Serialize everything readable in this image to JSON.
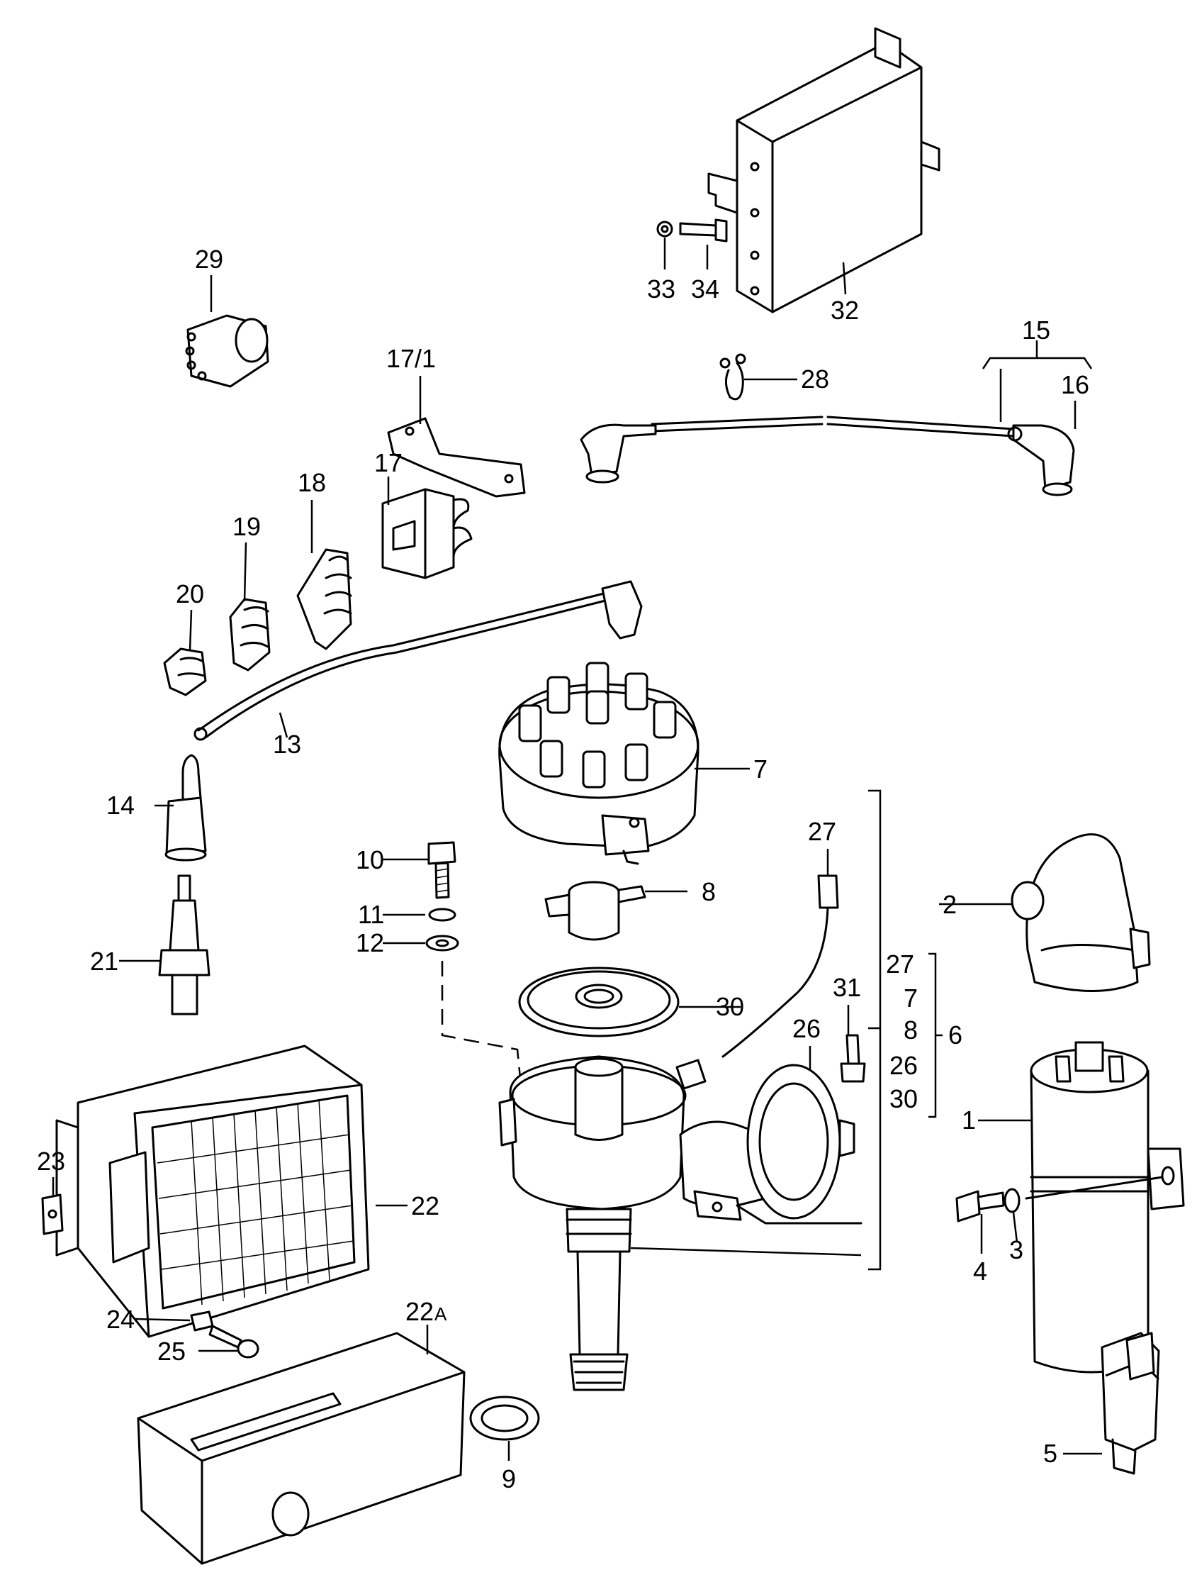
{
  "callouts": {
    "c1": "1",
    "c2": "2",
    "c3": "3",
    "c4": "4",
    "c5": "5",
    "c6": "6",
    "c7": "7",
    "c8": "8",
    "c9": "9",
    "c10": "10",
    "c11": "11",
    "c12": "12",
    "c13": "13",
    "c14": "14",
    "c15": "15",
    "c16": "16",
    "c17": "17",
    "c17_1": "17/1",
    "c18": "18",
    "c19": "19",
    "c20": "20",
    "c21": "21",
    "c22": "22",
    "c22a_num": "22",
    "c22a_suffix": "A",
    "c23": "23",
    "c24": "24",
    "c25": "25",
    "c26": "26",
    "c27": "27",
    "c28": "28",
    "c29": "29",
    "c30": "30",
    "c31": "31",
    "c32": "32",
    "c33": "33",
    "c34": "34"
  },
  "group6": {
    "label": "6",
    "items": [
      "27",
      "7",
      "8",
      "26",
      "30"
    ]
  }
}
